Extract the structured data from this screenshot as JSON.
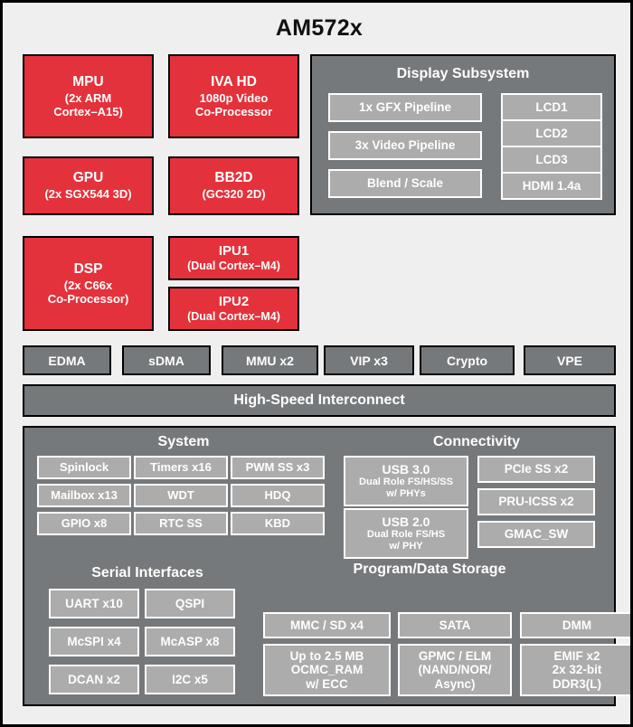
{
  "title": "AM572x",
  "colors": {
    "core_red": "#e3323b",
    "panel_gray": "#76797b",
    "sub_box_gray": "#acacac",
    "background": "#efefef",
    "border": "#000000",
    "text_light": "#ffffff"
  },
  "cores": [
    {
      "name": "mpu",
      "title": "MPU",
      "lines": [
        "(2x ARM",
        "Cortex–A15)"
      ]
    },
    {
      "name": "ivahd",
      "title": "IVA HD",
      "lines": [
        "1080p Video",
        "Co-Processor"
      ]
    },
    {
      "name": "gpu",
      "title": "GPU",
      "lines": [
        "(2x SGX544 3D)"
      ]
    },
    {
      "name": "bb2d",
      "title": "BB2D",
      "lines": [
        "(GC320 2D)"
      ]
    },
    {
      "name": "dsp",
      "title": "DSP",
      "lines": [
        "(2x C66x",
        "Co-Processor)"
      ]
    },
    {
      "name": "ipu1",
      "title": "IPU1",
      "lines": [
        "(Dual Cortex–M4)"
      ]
    },
    {
      "name": "ipu2",
      "title": "IPU2",
      "lines": [
        "(Dual Cortex–M4)"
      ]
    }
  ],
  "display_subsystem": {
    "title": "Display Subsystem",
    "pipelines": [
      "1x GFX Pipeline",
      "3x Video Pipeline",
      "Blend / Scale"
    ],
    "outputs": [
      "LCD1",
      "LCD2",
      "LCD3",
      "HDMI 1.4a"
    ]
  },
  "accelerator_row": [
    "EDMA",
    "sDMA",
    "MMU x2",
    "VIP x3",
    "Crypto",
    "VPE"
  ],
  "interconnect": "High-Speed Interconnect",
  "system": {
    "title": "System",
    "items": [
      "Spinlock",
      "Timers x16",
      "PWM SS x3",
      "Mailbox x13",
      "WDT",
      "HDQ",
      "GPIO x8",
      "RTC SS",
      "KBD"
    ]
  },
  "connectivity": {
    "title": "Connectivity",
    "usb": [
      {
        "title": "USB 3.0",
        "lines": [
          "Dual Role FS/HS/SS",
          "w/ PHYs"
        ]
      },
      {
        "title": "USB 2.0",
        "lines": [
          "Dual Role FS/HS",
          "w/ PHY"
        ]
      }
    ],
    "right": [
      "PCIe SS x2",
      "PRU-ICSS x2",
      "GMAC_SW"
    ]
  },
  "serial_interfaces": {
    "title": "Serial Interfaces",
    "items": [
      "UART x10",
      "QSPI",
      "McSPI x4",
      "McASP x8",
      "DCAN x2",
      "I2C x5"
    ]
  },
  "storage": {
    "title": "Program/Data Storage",
    "top_row": [
      "MMC / SD x4",
      "SATA",
      "DMM"
    ],
    "bottom_row": [
      {
        "lines": [
          "Up to 2.5 MB",
          "OCMC_RAM",
          "w/ ECC"
        ]
      },
      {
        "lines": [
          "GPMC / ELM",
          "(NAND/NOR/",
          "Async)"
        ]
      },
      {
        "lines": [
          "EMIF x2",
          "2x 32-bit",
          "DDR3(L)"
        ]
      }
    ]
  }
}
